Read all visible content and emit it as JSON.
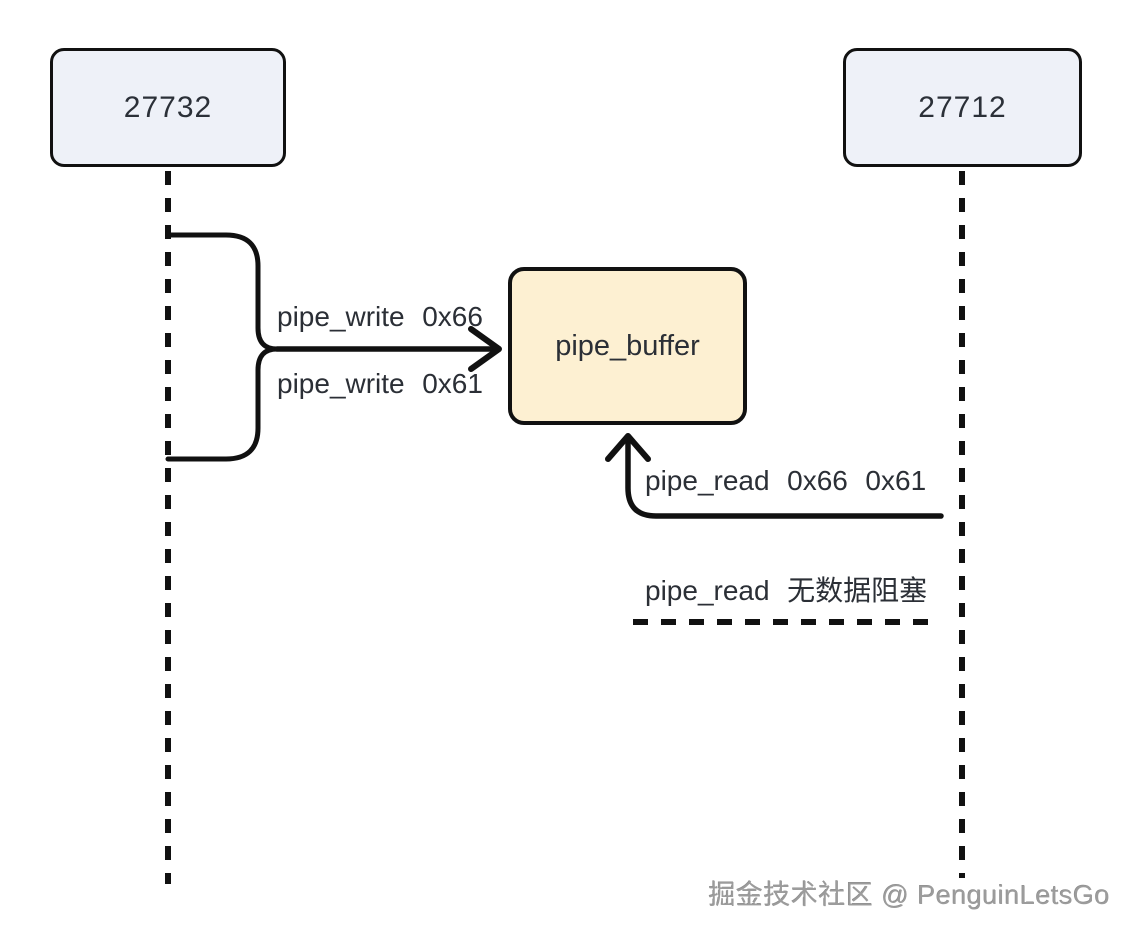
{
  "diagram": {
    "title_hint": "pipe read/write sequence diagram",
    "writer_process": {
      "pid": "27732"
    },
    "reader_process": {
      "pid": "27712"
    },
    "buffer": {
      "label": "pipe_buffer"
    },
    "labels": {
      "write_1": "pipe_write 0x66",
      "write_2": "pipe_write 0x61",
      "read_1": "pipe_read 0x66 0x61",
      "read_blocked": "pipe_read 无数据阻塞"
    },
    "watermark": "掘金技术社区 @ PenguinLetsGo",
    "colors": {
      "background": "#ffffff",
      "process_box_fill": "#eef1f8",
      "buffer_fill": "#fdf0d2",
      "stroke": "#111111",
      "text": "#2b2f36",
      "watermark": "#9c9c9c"
    }
  }
}
